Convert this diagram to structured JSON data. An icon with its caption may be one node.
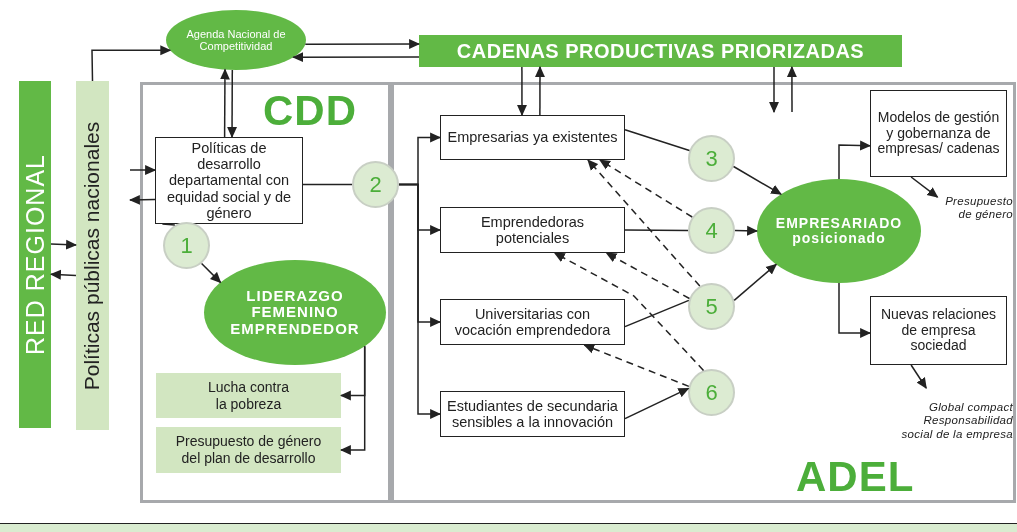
{
  "diagram": {
    "nodes": [
      {
        "text": [
          "RED REGIONAL"
        ]
      },
      {
        "text": [
          "Políticas públicas nacionales"
        ]
      },
      {
        "text": [
          "Agenda Nacional de Competitividad"
        ]
      },
      {
        "text": [
          "CADENAS PRODUCTIVAS PRIORIZADAS"
        ]
      },
      {
        "text": [
          "CDD"
        ]
      },
      {
        "text": [
          "ADEL"
        ]
      },
      {
        "text": [
          "Políticas de desarrollo departamental con equidad social y de género"
        ],
        "in": 4
      },
      {
        "text": [
          "1"
        ],
        "in": 4
      },
      {
        "text": [
          "LIDERAZGO FEMENINO EMPRENDEDOR"
        ],
        "in": 4
      },
      {
        "text": [
          "Lucha contra la pobreza"
        ],
        "in": 4
      },
      {
        "text": [
          "Presupuesto de género del plan de desarrollo"
        ],
        "in": 4
      },
      {
        "text": [
          "2"
        ]
      },
      {
        "text": [
          "Empresarias ya existentes"
        ],
        "in": 5
      },
      {
        "text": [
          "Emprendedoras potenciales"
        ],
        "in": 5
      },
      {
        "text": [
          "Universitarias con vocación emprendedora"
        ],
        "in": 5
      },
      {
        "text": [
          "Estudiantes de secundaria sensibles a la innovación"
        ],
        "in": 5
      },
      {
        "text": [
          "3"
        ],
        "in": 5
      },
      {
        "text": [
          "4"
        ],
        "in": 5
      },
      {
        "text": [
          "5"
        ],
        "in": 5
      },
      {
        "text": [
          "6"
        ],
        "in": 5
      },
      {
        "text": [
          "EMPRESARIADO posicionado"
        ],
        "in": 5
      },
      {
        "text": [
          "Modelos de gestión y gobernanza de empresas/ cadenas"
        ],
        "in": 5
      },
      {
        "text": [
          "Nuevas relaciones de empresa sociedad"
        ],
        "in": 5
      },
      {
        "text": [
          "Presupuesto de género"
        ],
        "in": 5
      },
      {
        "text": [
          "Global compact Responsabilidad social de la empresa"
        ],
        "in": 5
      }
    ],
    "edges": [
      {
        "from": 0,
        "to": 1,
        "arrow": "to"
      },
      {
        "from": 1,
        "to": 0,
        "arrow": "to"
      },
      {
        "from": 1,
        "to": 2,
        "arrow": "to"
      },
      {
        "from": 2,
        "to": 3,
        "arrow": "to"
      },
      {
        "from": 3,
        "to": 2,
        "arrow": "to"
      },
      {
        "from": 2,
        "to": 6,
        "arrow": "to"
      },
      {
        "from": 6,
        "to": 2,
        "arrow": "to"
      },
      {
        "from": null,
        "to": 6,
        "arrow": "to"
      },
      {
        "from": 6,
        "to": null,
        "arrow": "to"
      },
      {
        "from": 6,
        "to": 11,
        "arrow": "none"
      },
      {
        "from": 11,
        "to": 12,
        "arrow": "to"
      },
      {
        "from": 11,
        "to": 13,
        "arrow": "to"
      },
      {
        "from": 11,
        "to": 14,
        "arrow": "to"
      },
      {
        "from": 11,
        "to": 15,
        "arrow": "to"
      },
      {
        "from": 6,
        "to": 7,
        "arrow": "none"
      },
      {
        "from": 7,
        "to": 8,
        "arrow": "to"
      },
      {
        "from": 8,
        "to": 9,
        "arrow": "to"
      },
      {
        "from": 8,
        "to": 10,
        "arrow": "to"
      },
      {
        "from": 3,
        "to": 12,
        "arrow": "to"
      },
      {
        "from": 12,
        "to": 3,
        "arrow": "to"
      },
      {
        "from": 3,
        "to": null,
        "arrow": "to"
      },
      {
        "from": null,
        "to": 3,
        "arrow": "to"
      },
      {
        "from": 12,
        "to": 16,
        "arrow": "none"
      },
      {
        "from": 16,
        "to": 20,
        "arrow": "to"
      },
      {
        "from": 13,
        "to": 17,
        "arrow": "none"
      },
      {
        "from": 17,
        "to": 20,
        "arrow": "to"
      },
      {
        "from": 14,
        "to": 18,
        "arrow": "none"
      },
      {
        "from": 18,
        "to": 20,
        "arrow": "to"
      },
      {
        "from": 15,
        "to": 19,
        "arrow": "to"
      },
      {
        "from": 17,
        "to": 12,
        "arrow": "to",
        "style": "dashed"
      },
      {
        "from": 18,
        "to": 12,
        "arrow": "to",
        "style": "dashed"
      },
      {
        "from": 18,
        "to": 13,
        "arrow": "to",
        "style": "dashed"
      },
      {
        "from": 19,
        "to": 13,
        "arrow": "to",
        "style": "dashed"
      },
      {
        "from": 19,
        "to": 14,
        "arrow": "to",
        "style": "dashed"
      },
      {
        "from": 20,
        "to": 21,
        "arrow": "to"
      },
      {
        "from": 20,
        "to": 22,
        "arrow": "to"
      },
      {
        "from": 21,
        "to": 23,
        "arrow": "to"
      },
      {
        "from": 22,
        "to": 24,
        "arrow": "to"
      }
    ]
  }
}
